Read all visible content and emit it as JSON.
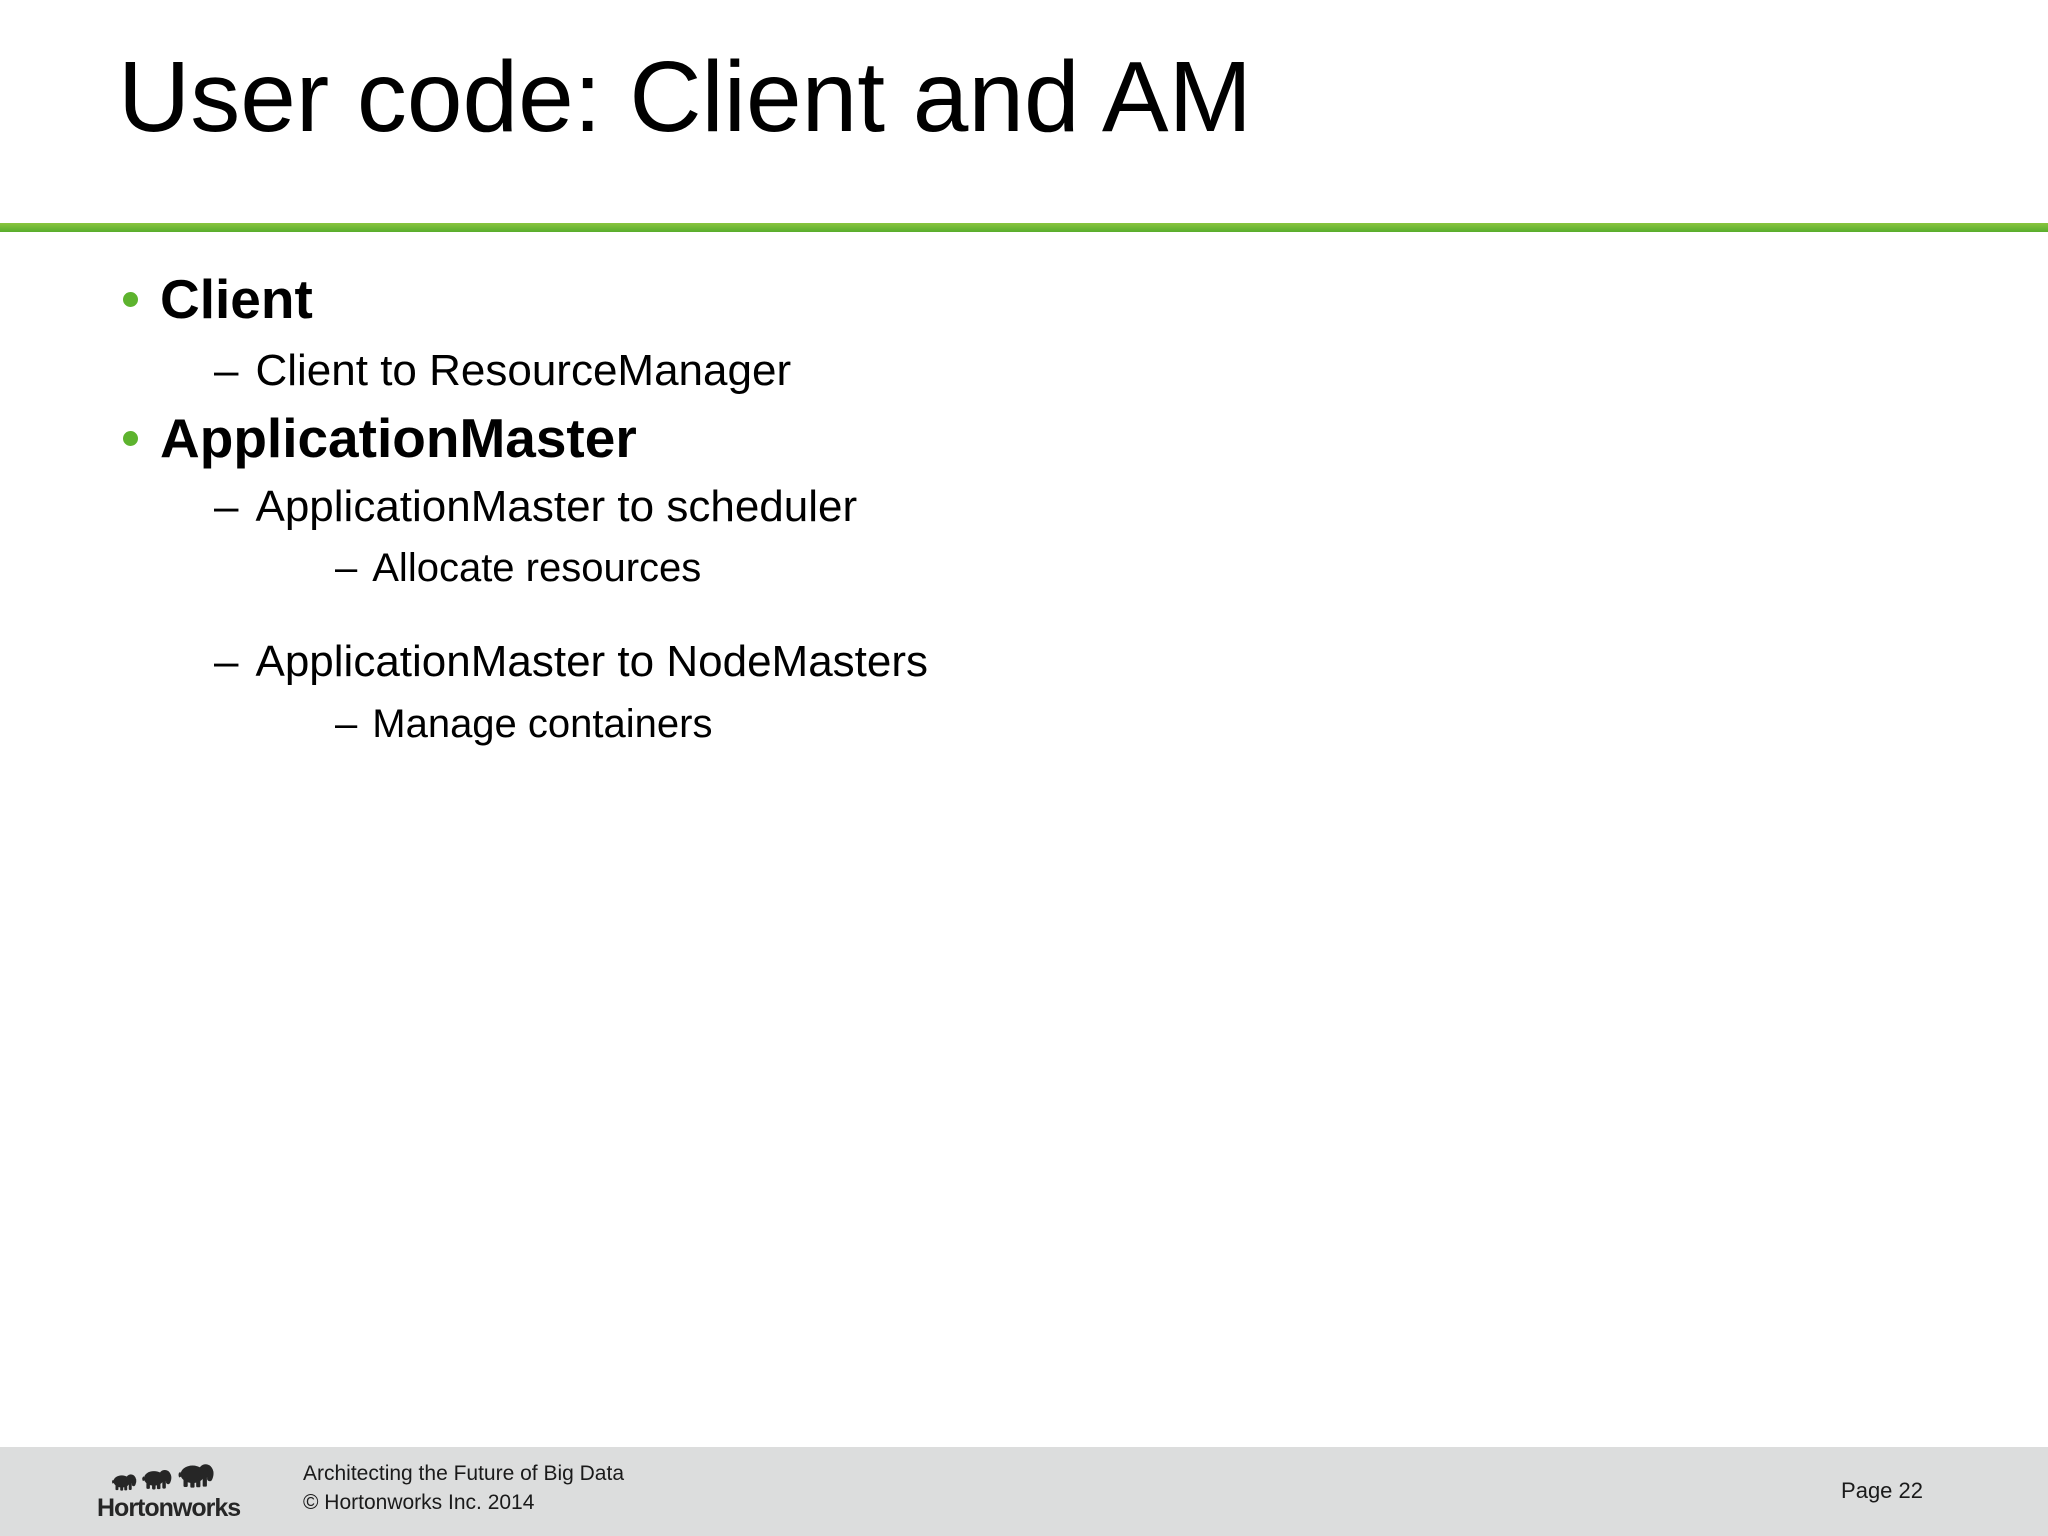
{
  "slide": {
    "title": "User code: Client and AM",
    "bullets": [
      {
        "level": 1,
        "text": "Client"
      },
      {
        "level": 2,
        "prefix": "–",
        "text": "Client to ResourceManager"
      },
      {
        "level": 1,
        "text": "ApplicationMaster"
      },
      {
        "level": 2,
        "prefix": "–",
        "text": "ApplicationMaster to scheduler"
      },
      {
        "level": 3,
        "prefix": "–",
        "text": "Allocate resources"
      },
      {
        "level": 2,
        "prefix": "–",
        "text": "ApplicationMaster to NodeMasters"
      },
      {
        "level": 3,
        "prefix": "–",
        "text": "Manage containers"
      }
    ]
  },
  "footer": {
    "logo_text": "Hortonworks",
    "tagline": "Architecting the Future of Big Data",
    "copyright": "© Hortonworks Inc. 2014",
    "page_label": "Page 22"
  },
  "colors": {
    "accent_green": "#5db32e",
    "accent_green_light": "#8bc53f",
    "footer_bg": "#dcdddd",
    "text": "#000000",
    "logo": "#262626"
  }
}
